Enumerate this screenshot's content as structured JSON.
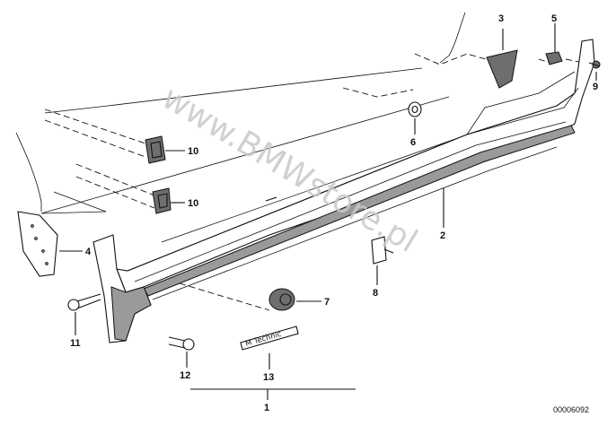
{
  "diagram": {
    "id_code": "00006092",
    "watermark": "www.BMWstore.pl",
    "callouts": [
      {
        "num": "1"
      },
      {
        "num": "2"
      },
      {
        "num": "3"
      },
      {
        "num": "4"
      },
      {
        "num": "5"
      },
      {
        "num": "6"
      },
      {
        "num": "7"
      },
      {
        "num": "8"
      },
      {
        "num": "9"
      },
      {
        "num": "10"
      },
      {
        "num": "10"
      },
      {
        "num": "11"
      },
      {
        "num": "12"
      },
      {
        "num": "13"
      }
    ],
    "badge_text": "M Technic"
  }
}
